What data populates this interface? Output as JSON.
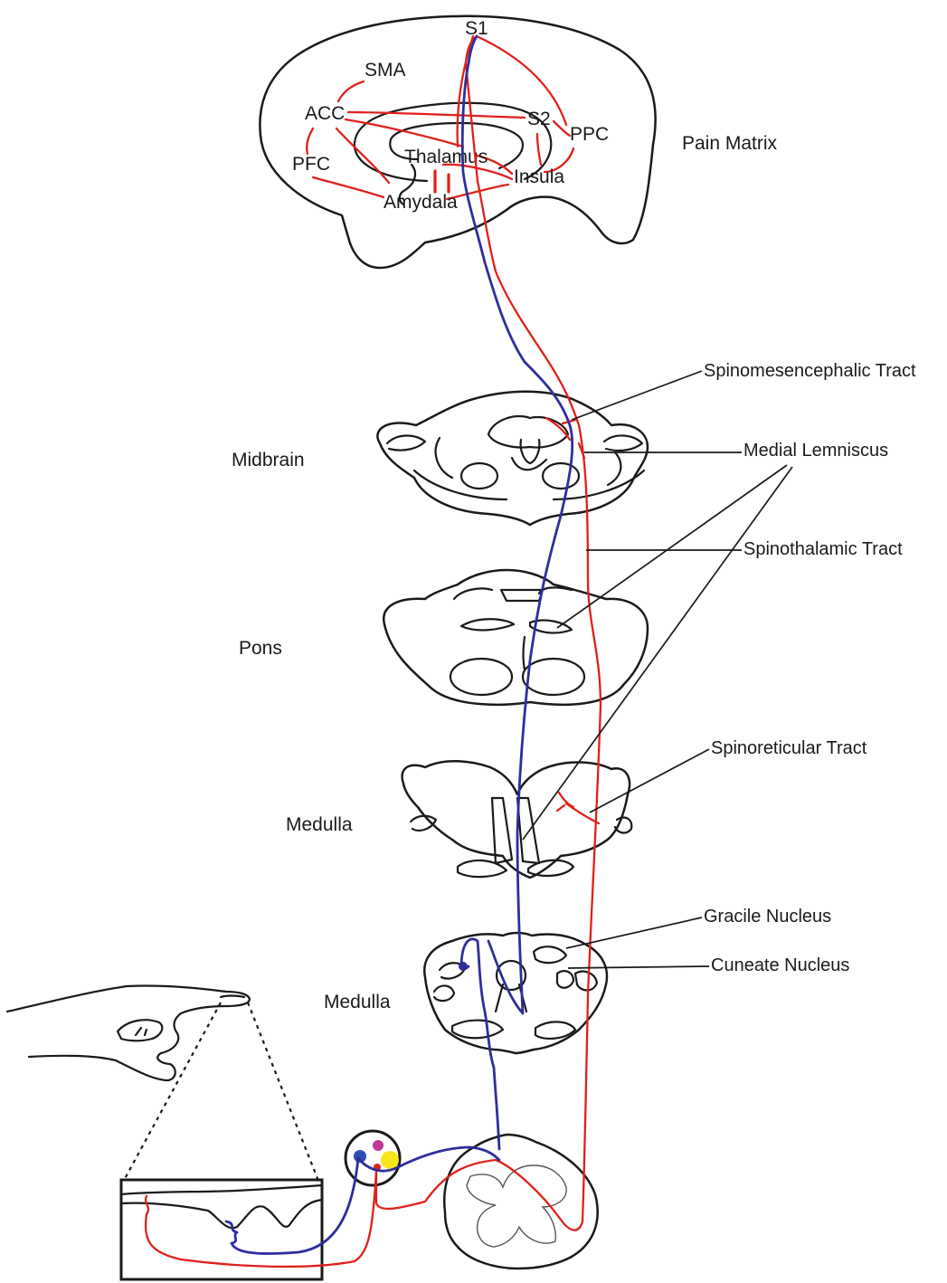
{
  "brain_regions": {
    "s1": "S1",
    "sma": "SMA",
    "acc": "ACC",
    "s2": "S2",
    "ppc": "PPC",
    "pfc": "PFC",
    "thalamus": "Thalamus",
    "insula": "Insula",
    "amygdala": "Amydala"
  },
  "brain_title": "Pain Matrix",
  "levels": {
    "midbrain": "Midbrain",
    "pons": "Pons",
    "medulla_upper": "Medulla",
    "medulla_lower": "Medulla"
  },
  "tracts": {
    "spinomesencephalic": "Spinomesencephalic Tract",
    "medial_lemniscus": "Medial Lemniscus",
    "spinothalamic": "Spinothalamic Tract",
    "spinoreticular": "Spinoreticular Tract",
    "gracile": "Gracile Nucleus",
    "cuneate": "Cuneate Nucleus"
  },
  "colors": {
    "nociceptive_pathway": "#e0201b",
    "dorsal_column_pathway": "#2e2d9e",
    "ganglion_blue": "#2e4fb3",
    "ganglion_magenta": "#c0379b",
    "ganglion_yellow": "#f5e51c",
    "ganglion_red": "#e0201b"
  }
}
